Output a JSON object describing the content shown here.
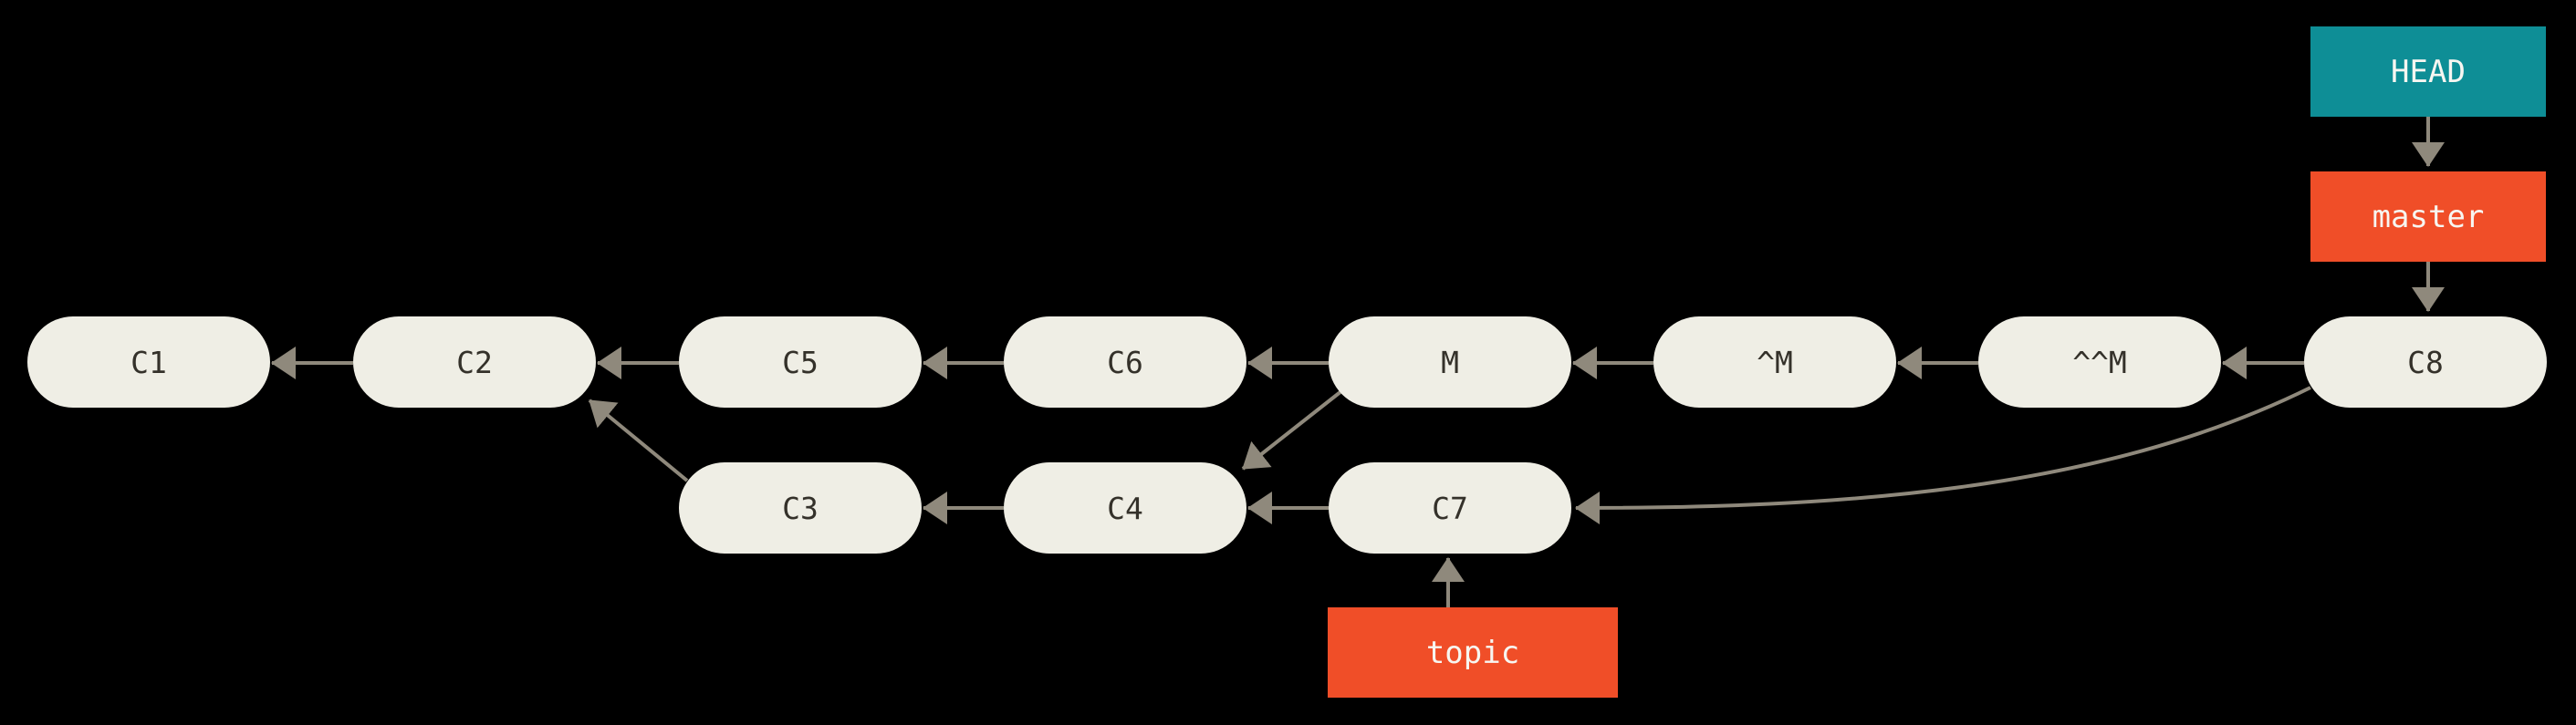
{
  "diagram": {
    "type": "git-commit-graph",
    "background": "#000000",
    "commit_fill": "#efeee5",
    "commit_text_color": "#34312a",
    "arrow_color": "#8f897c",
    "head_ref_color": "#0e8e96",
    "branch_ref_color": "#f04e28",
    "ref_text_color": "#f7f6f1"
  },
  "commits": {
    "c1": "C1",
    "c2": "C2",
    "c3": "C3",
    "c4": "C4",
    "c5": "C5",
    "c6": "C6",
    "c7": "C7",
    "c8": "C8",
    "m": "M",
    "hat_m": "^M",
    "hat_hat_m": "^^M"
  },
  "refs": {
    "head": "HEAD",
    "master": "master",
    "topic": "topic"
  },
  "edges": [
    {
      "from": "C2",
      "to": "C1"
    },
    {
      "from": "C5",
      "to": "C2"
    },
    {
      "from": "C6",
      "to": "C5"
    },
    {
      "from": "M",
      "to": "C6"
    },
    {
      "from": "^M",
      "to": "M"
    },
    {
      "from": "^^M",
      "to": "^M"
    },
    {
      "from": "C8",
      "to": "^^M"
    },
    {
      "from": "C3",
      "to": "C2"
    },
    {
      "from": "C4",
      "to": "C3"
    },
    {
      "from": "C7",
      "to": "C4"
    },
    {
      "from": "M",
      "to": "C4"
    },
    {
      "from": "C8",
      "to": "C7"
    },
    {
      "from": "HEAD",
      "to": "master"
    },
    {
      "from": "master",
      "to": "C8"
    },
    {
      "from": "topic",
      "to": "C7"
    }
  ]
}
